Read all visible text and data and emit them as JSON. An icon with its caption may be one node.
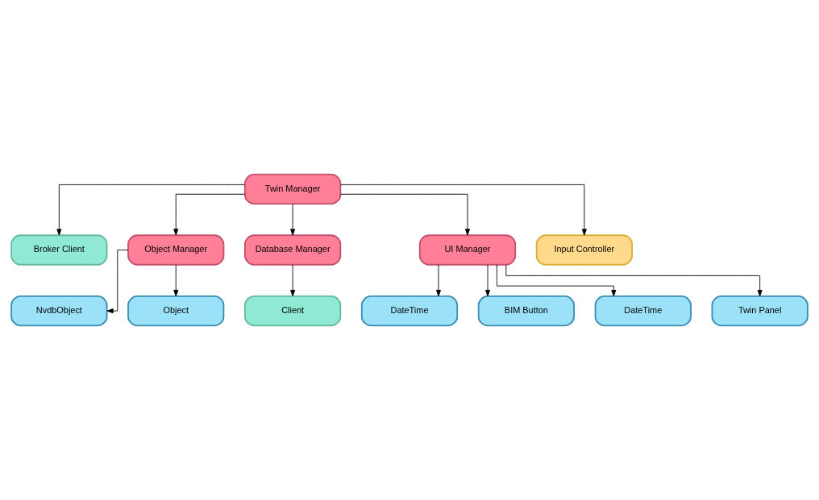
{
  "diagram": {
    "nodes": [
      {
        "text": [
          "Twin Manager"
        ]
      },
      {
        "text": [
          "Broker Client"
        ]
      },
      {
        "text": [
          "Object Manager"
        ]
      },
      {
        "text": [
          "Database Manager"
        ]
      },
      {
        "text": [
          "UI Manager"
        ]
      },
      {
        "text": [
          "Input Controller"
        ]
      },
      {
        "text": [
          "Client"
        ]
      },
      {
        "text": [
          "NvdbObject"
        ]
      },
      {
        "text": [
          "Object"
        ]
      },
      {
        "text": [
          "DateTime"
        ]
      },
      {
        "text": [
          "BIM Button"
        ]
      },
      {
        "text": [
          "DateTime"
        ]
      },
      {
        "text": [
          "Twin Panel"
        ]
      }
    ],
    "edges": [
      {
        "from": 0,
        "to": 1,
        "arrow": "to"
      },
      {
        "from": 0,
        "to": 2,
        "arrow": "to"
      },
      {
        "from": 0,
        "to": 3,
        "arrow": "to"
      },
      {
        "from": 0,
        "to": 4,
        "arrow": "to"
      },
      {
        "from": 0,
        "to": 5,
        "arrow": "to"
      },
      {
        "from": 3,
        "to": 6,
        "arrow": "to"
      },
      {
        "from": 2,
        "to": 7,
        "arrow": "to"
      },
      {
        "from": 2,
        "to": 8,
        "arrow": "to"
      },
      {
        "from": 4,
        "to": 9,
        "arrow": "to"
      },
      {
        "from": 4,
        "to": 10,
        "arrow": "to"
      },
      {
        "from": 4,
        "to": 11,
        "arrow": "to"
      },
      {
        "from": 4,
        "to": 12,
        "arrow": "to"
      }
    ]
  }
}
